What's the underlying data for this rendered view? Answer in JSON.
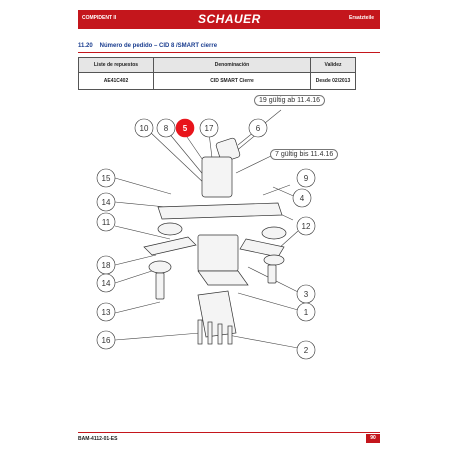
{
  "header": {
    "left_text": "COMPIDENT II",
    "logo": "SCHAUER",
    "right_text": "Ersatzteile"
  },
  "section": {
    "number": "11.20",
    "title": "Número de pedido – CID 8 /SMART cierre"
  },
  "spec_table": {
    "headers": [
      "Liste de repuestos",
      "Denominación",
      "Validez"
    ],
    "row": [
      "AE41C402",
      "CID SMART Cierre",
      "Desde 02/2013"
    ]
  },
  "diagram": {
    "callouts": [
      "19 gültig ab 11.4.16",
      "7 gültig bis 11.4.16"
    ],
    "part_labels": [
      "10",
      "8",
      "5",
      "17",
      "6",
      "15",
      "9",
      "14",
      "4",
      "11",
      "12",
      "18",
      "14",
      "3",
      "13",
      "1",
      "16",
      "2"
    ],
    "highlight_color": "#e8141b",
    "line_color": "#444444"
  },
  "footer": {
    "doc_code": "BAM-4112-01-ES",
    "page_number": "90"
  }
}
